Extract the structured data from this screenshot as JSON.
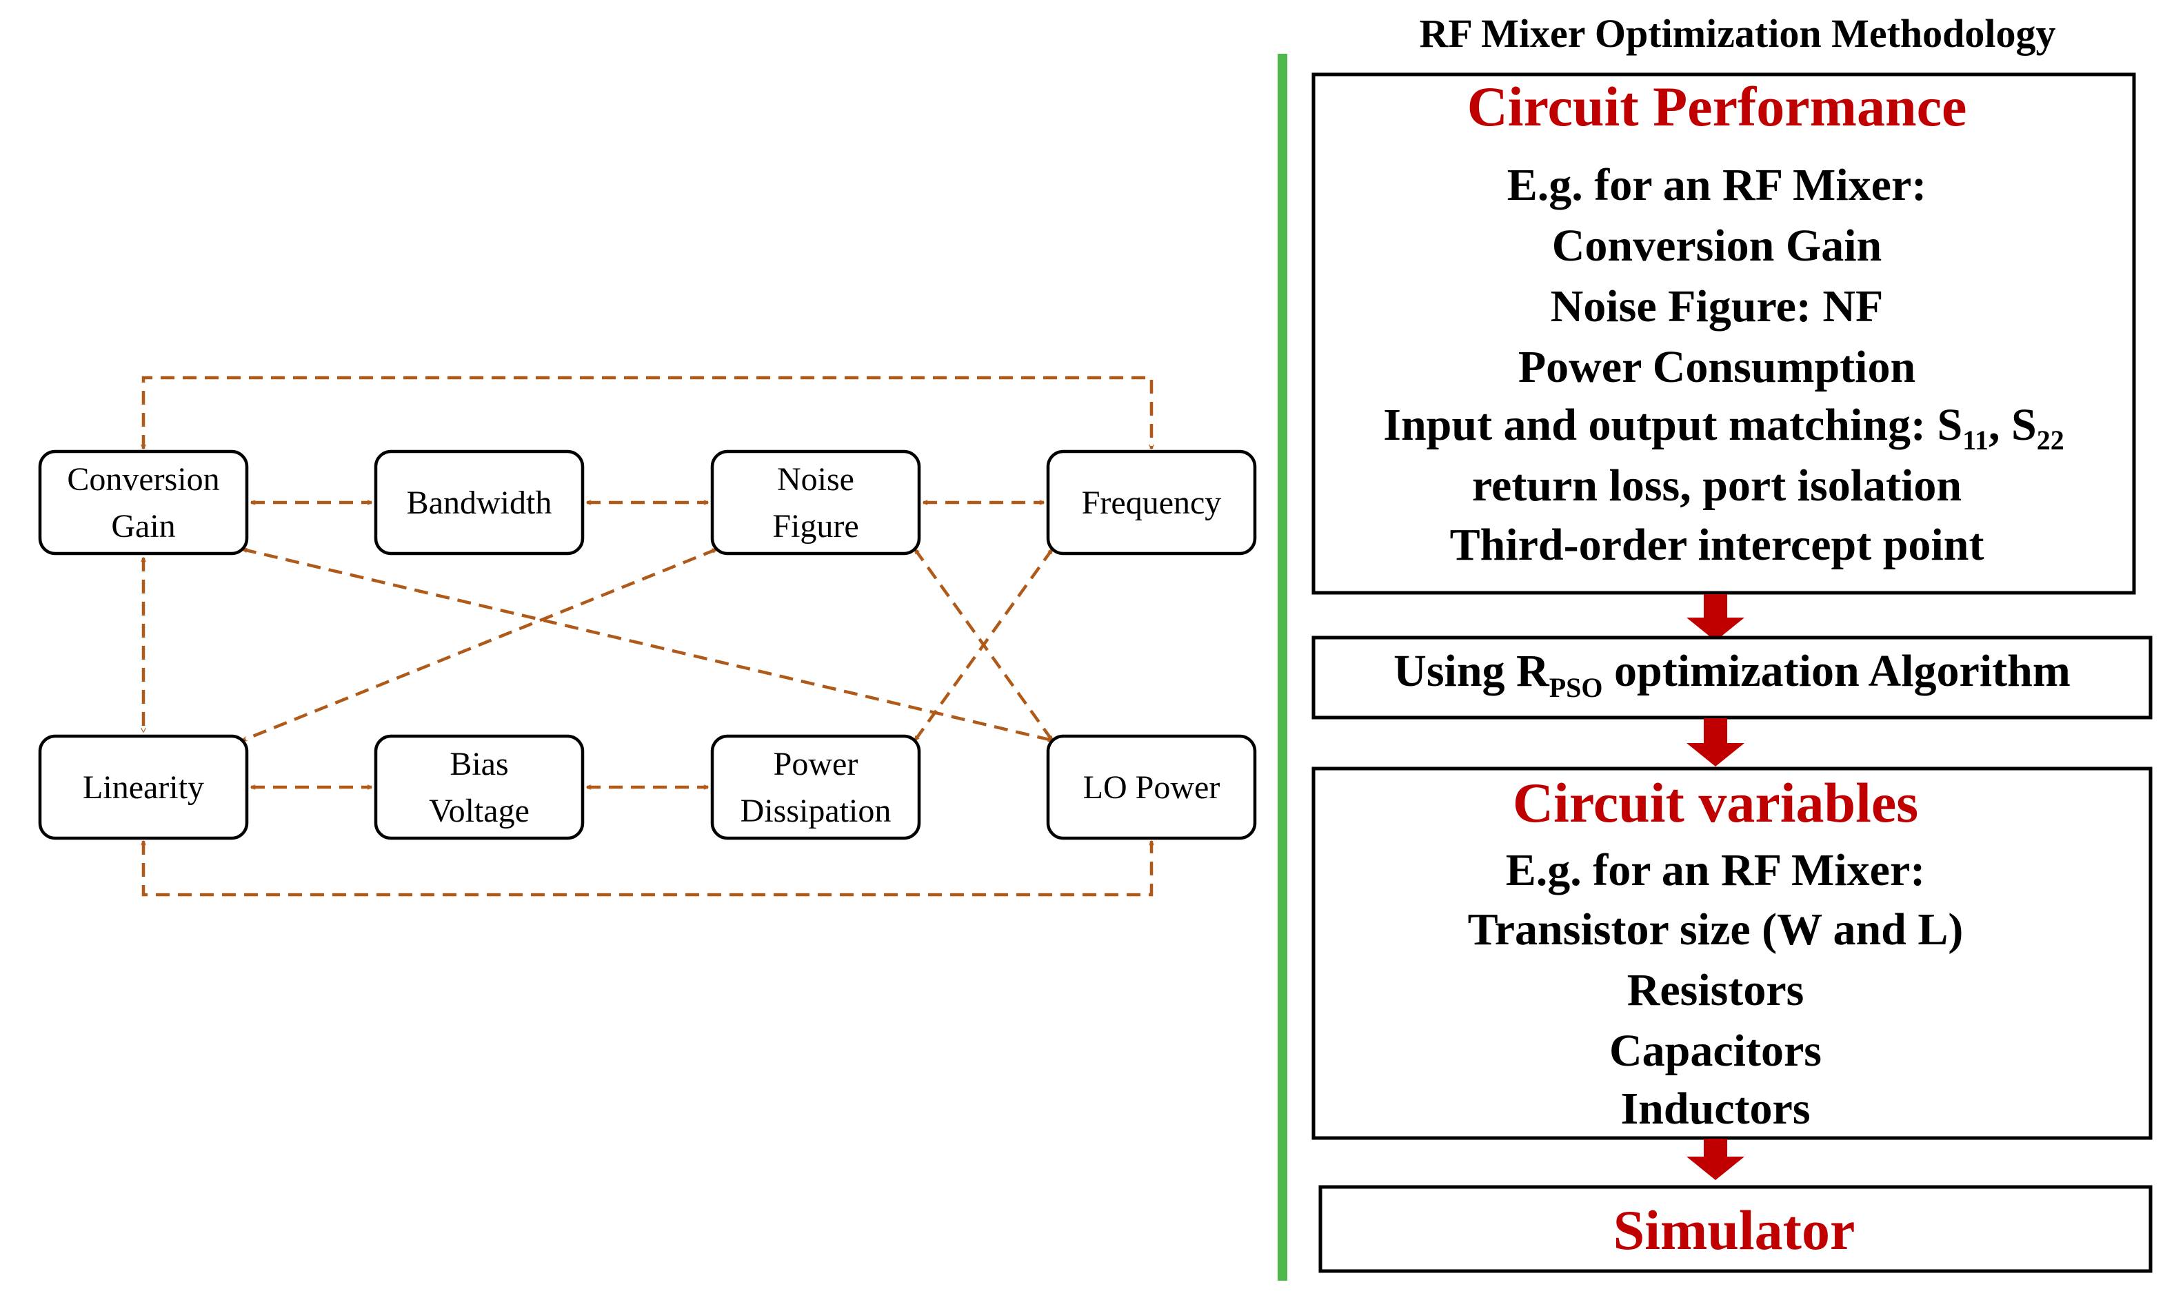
{
  "diagram": {
    "nodes": [
      {
        "id": "conversion-gain",
        "lines": [
          "Conversion",
          "Gain"
        ]
      },
      {
        "id": "bandwidth",
        "lines": [
          "Bandwidth"
        ]
      },
      {
        "id": "noise-figure",
        "lines": [
          "Noise",
          "Figure"
        ]
      },
      {
        "id": "frequency",
        "lines": [
          "Frequency"
        ]
      },
      {
        "id": "linearity",
        "lines": [
          "Linearity"
        ]
      },
      {
        "id": "bias-voltage",
        "lines": [
          "Bias",
          "Voltage"
        ]
      },
      {
        "id": "power-dissipation",
        "lines": [
          "Power",
          "Dissipation"
        ]
      },
      {
        "id": "lo-power",
        "lines": [
          "LO Power"
        ]
      }
    ],
    "edges": [
      {
        "from": "conversion-gain",
        "to": "bandwidth"
      },
      {
        "from": "bandwidth",
        "to": "noise-figure"
      },
      {
        "from": "noise-figure",
        "to": "frequency"
      },
      {
        "from": "linearity",
        "to": "bias-voltage"
      },
      {
        "from": "bias-voltage",
        "to": "power-dissipation"
      },
      {
        "from": "conversion-gain",
        "to": "linearity"
      },
      {
        "from": "conversion-gain",
        "to": "frequency"
      },
      {
        "from": "linearity",
        "to": "lo-power"
      },
      {
        "from": "conversion-gain",
        "to": "lo-power"
      },
      {
        "from": "noise-figure",
        "to": "linearity"
      },
      {
        "from": "noise-figure",
        "to": "lo-power"
      },
      {
        "from": "frequency",
        "to": "power-dissipation"
      }
    ],
    "edge_color": "#b05a1a"
  },
  "methodology": {
    "title": "RF Mixer Optimization Methodology",
    "divider_color": "#4fb84a",
    "accent_color": "#c00000",
    "performance": {
      "heading": "Circuit Performance",
      "lines": [
        "E.g. for an RF Mixer:",
        "Conversion Gain",
        "Noise Figure: NF",
        "Power Consumption"
      ],
      "matching": {
        "prefix": "Input and output matching: S",
        "sub1": "11",
        "sep": ", S",
        "sub2": "22"
      },
      "lines_after": [
        "return loss, port isolation",
        "Third-order intercept point"
      ]
    },
    "algorithm": {
      "prefix": "Using R",
      "sub": "PSO",
      "suffix": " optimization Algorithm"
    },
    "variables": {
      "heading": "Circuit variables",
      "lines": [
        "E.g. for an RF Mixer:",
        "Transistor size (W and L)",
        "Resistors",
        "Capacitors",
        "Inductors"
      ]
    },
    "simulator": {
      "heading": "Simulator"
    }
  }
}
